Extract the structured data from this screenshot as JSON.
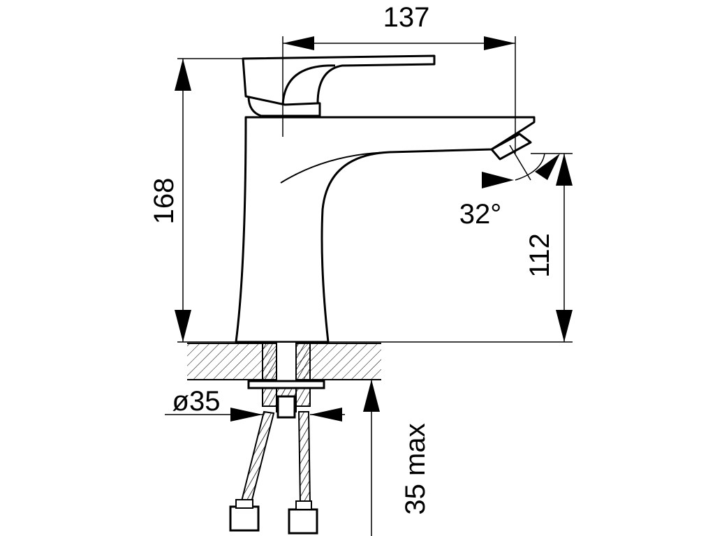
{
  "dimensions": {
    "width_top": "137",
    "height_total": "168",
    "spout_height": "112",
    "spout_angle": "32°",
    "hole_diameter": "ø35",
    "counter_thickness": "35 max"
  }
}
